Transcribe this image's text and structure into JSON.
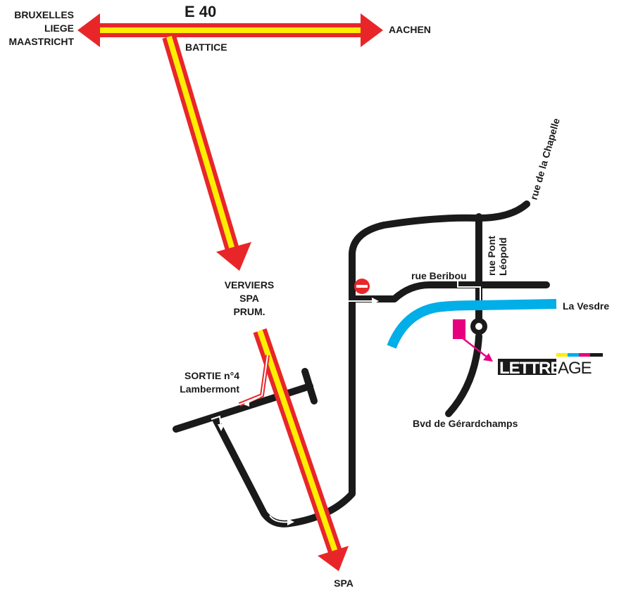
{
  "highway": {
    "name": "E 40",
    "west_destinations": [
      "BRUXELLES",
      "LIEGE",
      "MAASTRICHT"
    ],
    "east_destination": "AACHEN",
    "junction": "BATTICE"
  },
  "motorway": {
    "destinations": [
      "VERVIERS",
      "SPA",
      "PRUM."
    ],
    "end_destination": "SPA"
  },
  "exit": {
    "label": [
      "SORTIE n°4",
      "Lambermont"
    ]
  },
  "streets": {
    "rue_de_la_chapelle": "rue de la Chapelle",
    "rue_pont_leopold": [
      "rue Pont",
      "Léopold"
    ],
    "rue_beribou": "rue Beribou",
    "bvd_gerardchamps": "Bvd de Gérardchamps"
  },
  "river": {
    "name": "La Vesdre"
  },
  "logo": {
    "part1": "LETTRE",
    "part2": "AGE"
  },
  "colors": {
    "motorway_outer": "#e8262a",
    "motorway_inner": "#ffee00",
    "road": "#1a1a1a",
    "river": "#00aee8",
    "destination_marker": "#e6007e",
    "logo_bar": [
      "#ffee00",
      "#00aee8",
      "#e6007e",
      "#1a1a1a"
    ]
  },
  "icons": {
    "no_entry": "no-entry-sign",
    "roundabout": "roundabout-circle",
    "destination": "destination-square"
  }
}
